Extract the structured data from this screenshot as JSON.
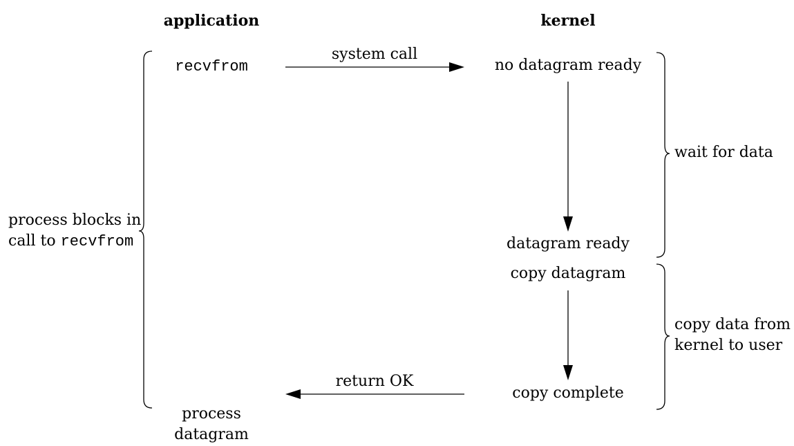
{
  "headers": {
    "application": "application",
    "kernel": "kernel"
  },
  "app": {
    "recvfrom": "recvfrom",
    "process_line1": "process",
    "process_line2": "datagram"
  },
  "kernel_steps": {
    "no_datagram_ready": "no datagram ready",
    "datagram_ready": "datagram ready",
    "copy_datagram": "copy datagram",
    "copy_complete": "copy complete"
  },
  "arrows": {
    "system_call": "system call",
    "return_ok": "return OK"
  },
  "braces": {
    "blocks_line1": "process blocks in",
    "blocks_line2_prefix": "call to ",
    "blocks_line2_code": "recvfrom",
    "wait_for_data": "wait for data",
    "copy_line1": "copy data from",
    "copy_line2": "kernel to user"
  }
}
